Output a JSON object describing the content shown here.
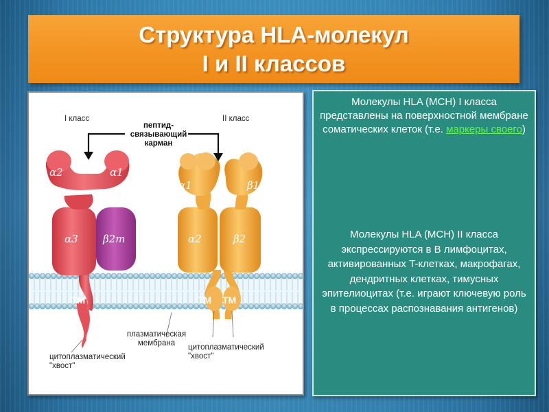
{
  "title": {
    "line1": "Структура HLA-молекул",
    "line2": "I и II классов"
  },
  "figure": {
    "class1_label": "I класс",
    "class2_label": "II класс",
    "pocket_label_1": "пептид-",
    "pocket_label_2": "связывающий",
    "pocket_label_3": "карман",
    "domains_class1": [
      "α2",
      "α1",
      "α3",
      "β2m"
    ],
    "domains_class2": [
      "α1",
      "β1",
      "α2",
      "β2"
    ],
    "tm_label": "TM",
    "membrane_label_1": "плазматическая",
    "membrane_label_2": "мембрана",
    "tail_left_1": "цитоплазматический",
    "tail_left_2": "\"хвост\"",
    "tail_right_1": "цитоплазматический",
    "tail_right_2": "\"хвост\"",
    "colors": {
      "class1": "#e8515a",
      "b2m": "#a83a9a",
      "class2": "#f2b24a",
      "membrane": "#7fc6e4"
    }
  },
  "info": {
    "p1_before": "Молекулы HLA (MCH) I класса представлены на поверхностной мембране соматических клеток (т.е. ",
    "p1_highlight": "маркеры своего",
    "p1_after": ")",
    "p2": "Молекулы HLA (MCH) II класса экспрессируются в B лимфоцитах, активированных T-клетках, макрофагах, дендритных клетках, тимусных эпителиоцитах (т.е. играют ключевую роль в процессах распознавания антигенов)",
    "colors": {
      "panel": "#2a8c80",
      "highlight": "#63f24f"
    }
  }
}
